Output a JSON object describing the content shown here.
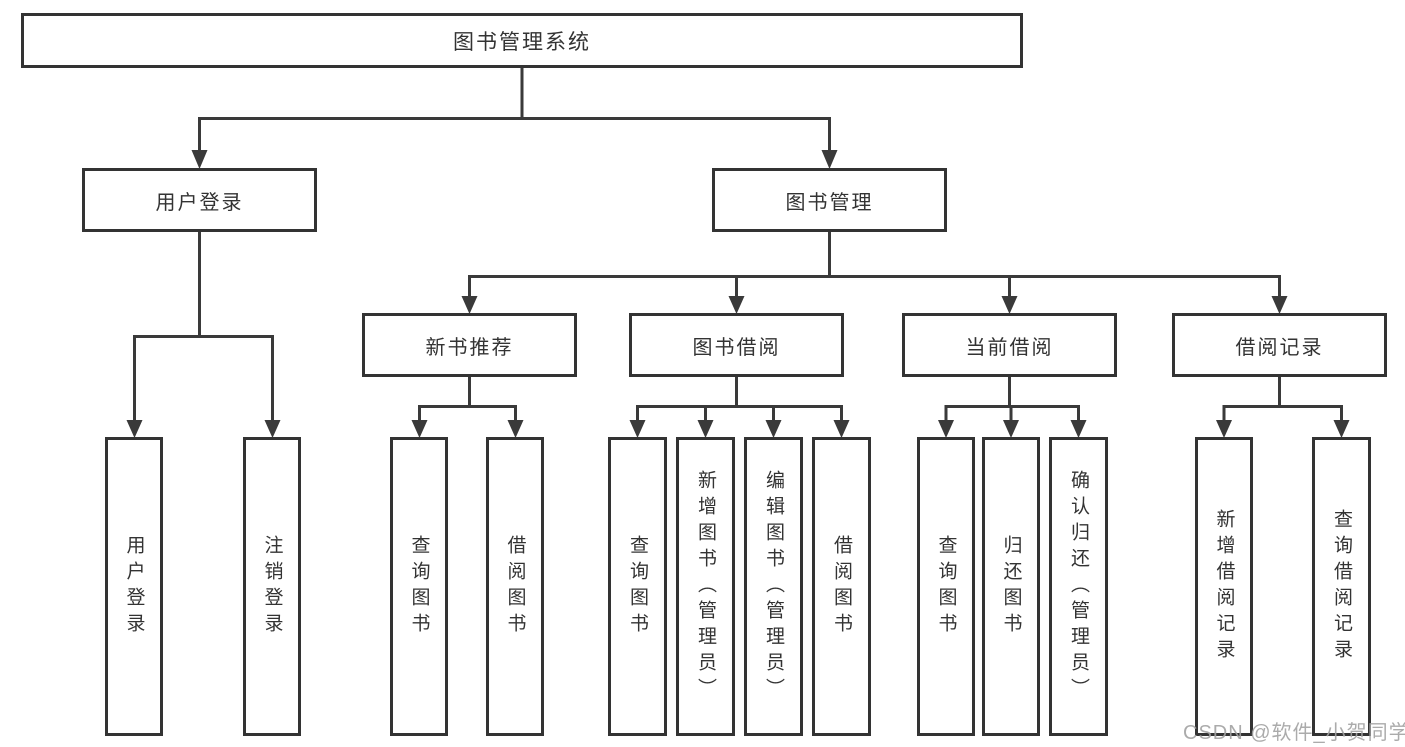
{
  "title": "图书管理系统",
  "nodes": {
    "root": "图书管理系统",
    "user_login": "用户登录",
    "book_management": "图书管理",
    "new_book_recommend": "新书推荐",
    "book_borrowing": "图书借阅",
    "current_borrowing": "当前借阅",
    "borrowing_records": "借阅记录",
    "leaves": {
      "login_group": [
        "用户登录",
        "注销登录"
      ],
      "new_book_group": [
        "查询图书",
        "借阅图书"
      ],
      "borrowing_group": [
        "查询图书",
        "新增图书（管理员）",
        "编辑图书（管理员）",
        "借阅图书"
      ],
      "current_group": [
        "查询图书",
        "归还图书",
        "确认归还（管理员）"
      ],
      "records_group": [
        "新增借阅记录",
        "查询借阅记录"
      ]
    }
  },
  "watermark": "CSDN @软件_小贺同学",
  "colors": {
    "line": "#3a3a3a",
    "box-border": "#333333",
    "text": "#333333",
    "watermark": "#a3a3a3",
    "background": "#ffffff"
  }
}
